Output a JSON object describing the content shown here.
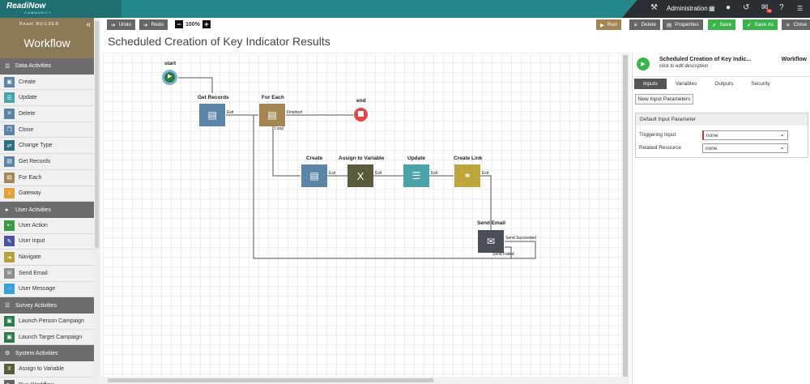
{
  "brand": {
    "line1": "ReadiNow",
    "line2": "COMMUNITY"
  },
  "topnav": {
    "admin_label": "Administration",
    "notif_count": "76"
  },
  "sidebar": {
    "subtitle": "Readi BUILDER",
    "title": "Workflow",
    "sections": [
      {
        "label": "Data Activities",
        "items": [
          {
            "label": "Create",
            "icon": "create-icon",
            "color": "#5b84a6"
          },
          {
            "label": "Update",
            "icon": "update-icon",
            "color": "#4aa3a8"
          },
          {
            "label": "Delete",
            "icon": "delete-icon",
            "color": "#5b84a6"
          },
          {
            "label": "Clone",
            "icon": "clone-icon",
            "color": "#5b84a6"
          },
          {
            "label": "Change Type",
            "icon": "change-type-icon",
            "color": "#2e6f86"
          },
          {
            "label": "Get Records",
            "icon": "get-records-icon",
            "color": "#5b84a6"
          },
          {
            "label": "For Each",
            "icon": "for-each-icon",
            "color": "#a38654"
          },
          {
            "label": "Gateway",
            "icon": "gateway-icon",
            "color": "#e3a13a"
          }
        ]
      },
      {
        "label": "User Activities",
        "items": [
          {
            "label": "User Action",
            "icon": "user-action-icon",
            "color": "#3c9a46"
          },
          {
            "label": "User Input",
            "icon": "user-input-icon",
            "color": "#4b52a0"
          },
          {
            "label": "Navigate",
            "icon": "navigate-icon",
            "color": "#b5a23e"
          },
          {
            "label": "Send Email",
            "icon": "send-email-icon",
            "color": "#8e8e8e"
          },
          {
            "label": "User Message",
            "icon": "user-message-icon",
            "color": "#3aa0d8"
          }
        ]
      },
      {
        "label": "Survey Activities",
        "items": [
          {
            "label": "Launch Person Campaign",
            "icon": "person-campaign-icon",
            "color": "#2d7a4e"
          },
          {
            "label": "Launch Target Campaign",
            "icon": "target-campaign-icon",
            "color": "#2d7a4e"
          }
        ]
      },
      {
        "label": "System Activities",
        "items": [
          {
            "label": "Assign to Variable",
            "icon": "assign-variable-icon",
            "color": "#5a5a3c"
          },
          {
            "label": "Run Workflow",
            "icon": "run-workflow-icon",
            "color": "#666"
          }
        ]
      }
    ]
  },
  "toolbar": {
    "undo": "Undo",
    "redo": "Redo",
    "zoom": "100%",
    "run": "Run",
    "delete": "Delete",
    "properties": "Properties",
    "save": "Save",
    "save_as": "Save As",
    "close": "Close"
  },
  "workflow_title": "Scheduled Creation of Key Indicator Results",
  "diagram": {
    "nodes": {
      "start": "start",
      "get_records": "Get Records",
      "for_each": "For Each",
      "end": "end",
      "create": "Create",
      "assign": "Assign to Variable",
      "update": "Update",
      "create_link": "Create Link",
      "send_email": "Send Email"
    },
    "edges": {
      "exit1": "Exit",
      "finished": "Finished",
      "loop": "Loop",
      "exit2": "Exit",
      "exit3": "Exit",
      "exit4": "Exit",
      "exit5": "Exit",
      "send_succeeded": "Send Succeeded",
      "send_failed": "Send Failed"
    }
  },
  "panel": {
    "title": "Scheduled Creation of Key Indic...",
    "subtitle": "click to edit description",
    "type": "Workflow",
    "tabs": [
      "Inputs",
      "Variables",
      "Outputs",
      "Security"
    ],
    "new_button": "New Input Parameters",
    "default_header": "Default Input Parameter",
    "rows": [
      {
        "label": "Triggering Input",
        "value": "none"
      },
      {
        "label": "Related Resource",
        "value": "none"
      }
    ]
  }
}
